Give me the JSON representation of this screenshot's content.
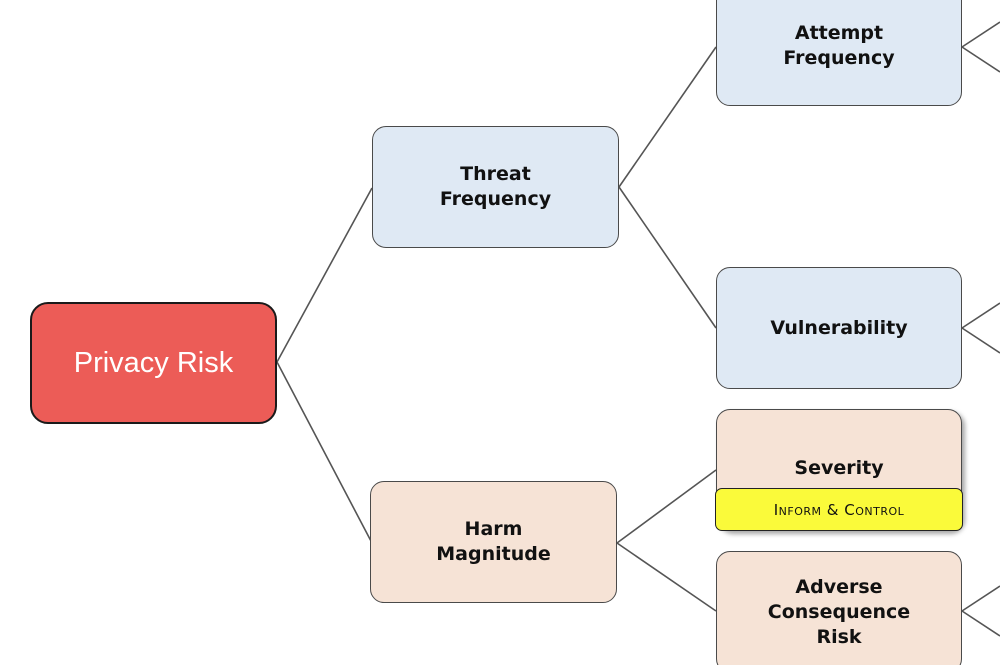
{
  "diagram": {
    "root": {
      "label": "Privacy Risk",
      "color": "#ec5c57"
    },
    "threat_frequency": {
      "label": "Threat\nFrequency",
      "color": "#dfe9f4"
    },
    "harm_magnitude": {
      "label": "Harm\nMagnitude",
      "color": "#f6e3d6"
    },
    "attempt_frequency": {
      "label": "Attempt\nFrequency"
    },
    "vulnerability": {
      "label": "Vulnerability"
    },
    "severity": {
      "label": "Severity",
      "tag": "Inform & Control",
      "tag_color": "#fafa3a"
    },
    "adverse_consequence_risk": {
      "label": "Adverse\nConsequence\nRisk"
    }
  }
}
